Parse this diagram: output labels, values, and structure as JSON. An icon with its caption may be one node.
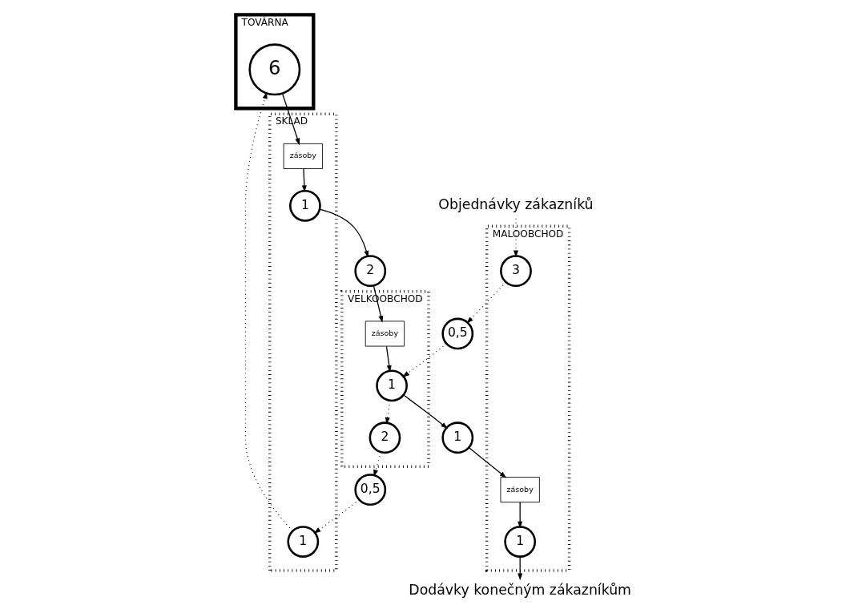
{
  "diagram": {
    "nodes": [
      {
        "text": [
          "TOVÁRNA"
        ]
      },
      {
        "text": [
          "6"
        ],
        "in": 0
      },
      {
        "text": [
          "SKLAD"
        ]
      },
      {
        "text": [
          "zásoby"
        ],
        "in": 2
      },
      {
        "text": [
          "1"
        ],
        "in": 2
      },
      {
        "text": [
          "1"
        ],
        "in": 2
      },
      {
        "text": [
          "0,5"
        ]
      },
      {
        "text": [
          "2"
        ]
      },
      {
        "text": [
          "VELKOOBCHOD"
        ]
      },
      {
        "text": [
          "zásoby"
        ],
        "in": 8
      },
      {
        "text": [
          "2"
        ],
        "in": 8
      },
      {
        "text": [
          "1"
        ],
        "in": 8
      },
      {
        "text": [
          "0,5"
        ]
      },
      {
        "text": [
          "1"
        ]
      },
      {
        "text": [
          "MALOOBCHOD"
        ]
      },
      {
        "text": [
          "zásoby"
        ],
        "in": 14
      },
      {
        "text": [
          "3"
        ],
        "in": 14
      },
      {
        "text": [
          "1"
        ],
        "in": 14
      },
      {
        "text": [
          "Objednávky zákazníků"
        ]
      },
      {
        "text": [
          "Dodávky konečným zákazníkům"
        ]
      }
    ],
    "edges": [
      {
        "from": 1,
        "to": 3,
        "arrow": "to"
      },
      {
        "from": 3,
        "to": 5,
        "arrow": "to"
      },
      {
        "from": 5,
        "to": 7,
        "arrow": "to"
      },
      {
        "from": 7,
        "to": 9,
        "arrow": "to"
      },
      {
        "from": 9,
        "to": 11,
        "arrow": "to"
      },
      {
        "from": 11,
        "to": 13,
        "arrow": "to"
      },
      {
        "from": 13,
        "to": 15,
        "arrow": "to"
      },
      {
        "from": 15,
        "to": 17,
        "arrow": "to"
      },
      {
        "from": 17,
        "to": 19,
        "arrow": "to"
      },
      {
        "from": 18,
        "to": 16,
        "arrow": "to",
        "style": "dashed"
      },
      {
        "from": 16,
        "to": 12,
        "arrow": "to",
        "style": "dashed"
      },
      {
        "from": 12,
        "to": 11,
        "arrow": "to",
        "style": "dashed"
      },
      {
        "from": 11,
        "to": 10,
        "arrow": "to",
        "style": "dashed"
      },
      {
        "from": 10,
        "to": 6,
        "arrow": "to",
        "style": "dashed"
      },
      {
        "from": 6,
        "to": 4,
        "arrow": "to",
        "style": "dashed"
      },
      {
        "from": 4,
        "to": 1,
        "arrow": "to",
        "style": "dashed"
      }
    ]
  }
}
